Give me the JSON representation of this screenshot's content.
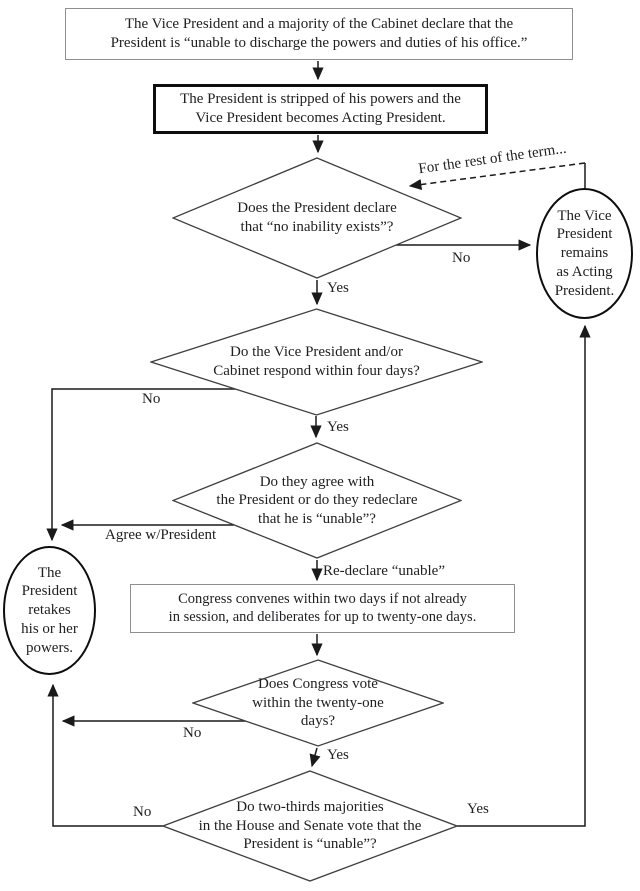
{
  "title": "Presidential inability flowchart",
  "nodes": {
    "declaration_box": {
      "text": "The Vice President and a majority of the Cabinet declare that the\nPresident is “unable to discharge the powers and duties of his office.”"
    },
    "stripped_box": {
      "text": "The President is stripped of his powers and the\nVice President becomes Acting President."
    },
    "declare_diamond": {
      "text": "Does the President declare\nthat “no inability exists”?"
    },
    "vp_remains_oval": {
      "text": "The Vice\nPresident\nremains\nas Acting\nPresident."
    },
    "respond_diamond": {
      "text": "Do the Vice President and/or\nCabinet respond within four days?"
    },
    "agree_diamond": {
      "text": "Do they agree with\nthe President or do they redeclare\nthat he is “unable”?"
    },
    "president_retakes_oval": {
      "text": "The\nPresident\nretakes\nhis or her\npowers."
    },
    "congress_box": {
      "text": "Congress convenes within two days if not already\nin session, and deliberates for up to twenty-one days."
    },
    "congress_vote_diamond": {
      "text": "Does Congress vote\nwithin the twenty-one\ndays?"
    },
    "two_thirds_diamond": {
      "text": "Do two-thirds majorities\nin the House and Senate vote that the\nPresident is “unable”?"
    }
  },
  "labels": {
    "for_rest_of_term": "For the rest of the term...",
    "no_declare": "No",
    "yes_declare": "Yes",
    "no_respond": "No",
    "yes_respond": "Yes",
    "agree_w_president": "Agree w/President",
    "redeclare_unable": "Re-declare “unable”",
    "no_congress_vote": "No",
    "yes_congress_vote": "Yes",
    "no_two_thirds": "No",
    "yes_two_thirds": "Yes"
  },
  "colors": {
    "line_color": "#1a1a1a",
    "text_color": "#1f1f22",
    "thin_border": "#8f8f8f",
    "thick_border": "#0d0d0d",
    "shape_stroke": "#3f3f3f",
    "background": "#ffffff"
  }
}
